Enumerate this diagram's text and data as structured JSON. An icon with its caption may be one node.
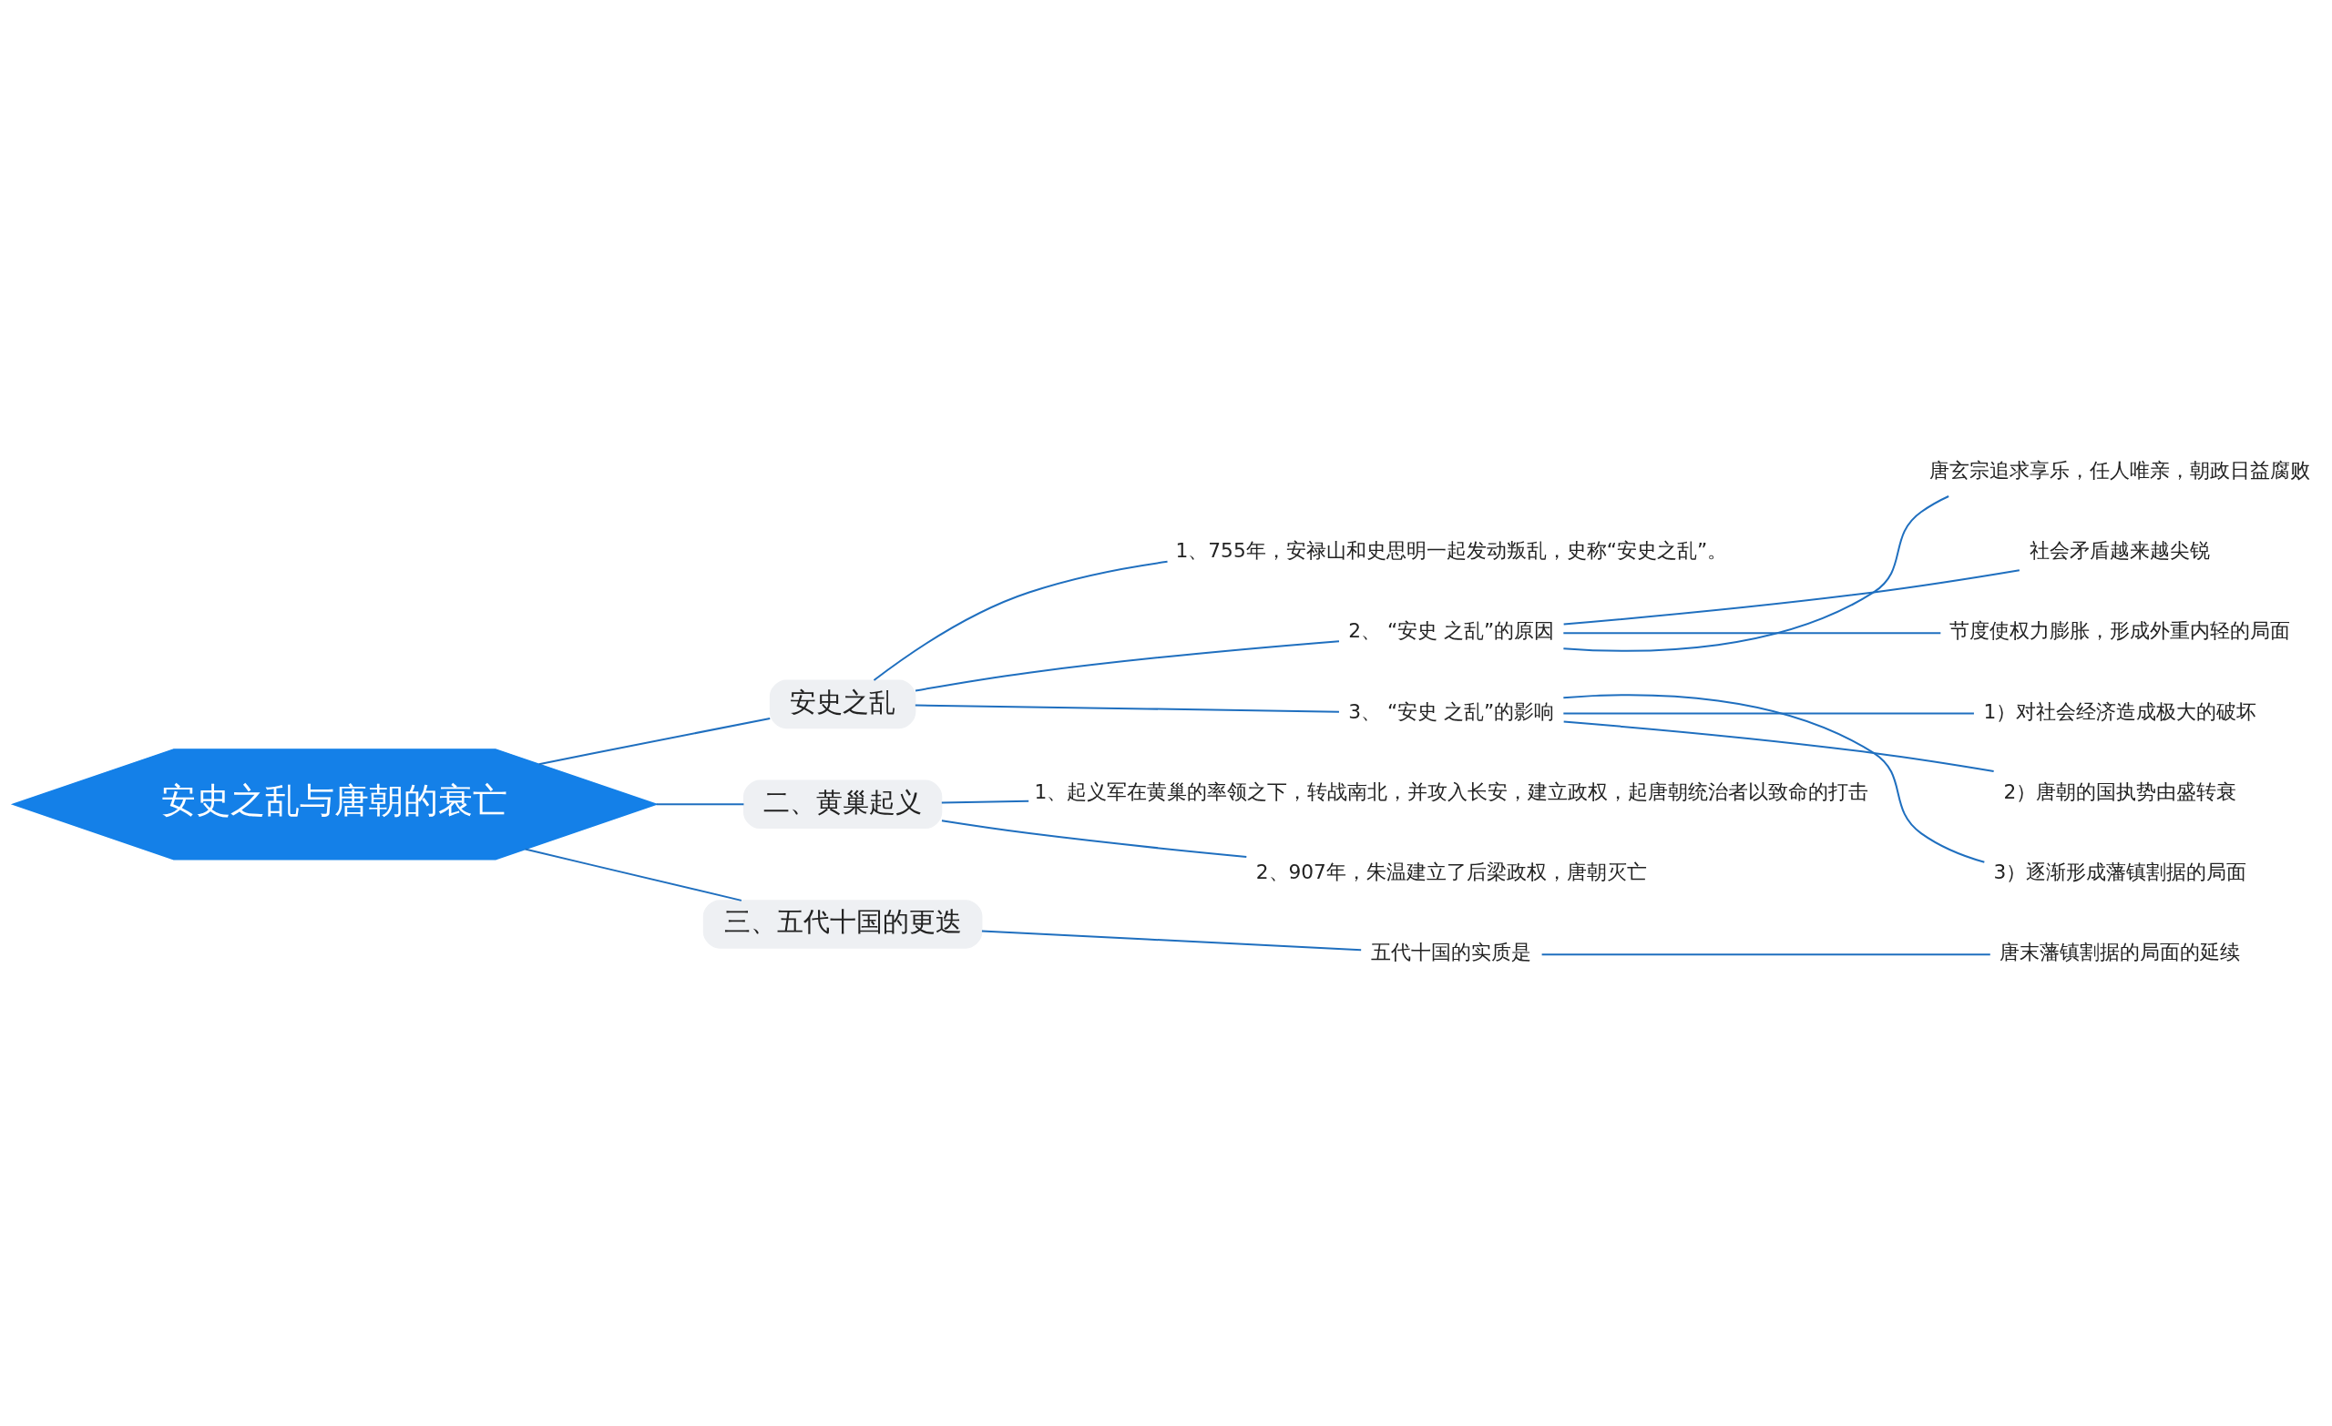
{
  "diagram": {
    "nodes": [
      {
        "text": [
          "安史之乱与唐朝的衰亡"
        ]
      },
      {
        "text": [
          "安史之乱"
        ]
      },
      {
        "text": [
          "1、755年，安禄山和史思明一起发动叛乱，史称“安史之乱”。"
        ]
      },
      {
        "text": [
          "2、 “安史 之乱”的原因"
        ]
      },
      {
        "text": [
          "唐玄宗追求享乐，任人唯亲，朝政日益腐败"
        ]
      },
      {
        "text": [
          "社会矛盾越来越尖锐"
        ]
      },
      {
        "text": [
          "节度使权力膨胀，形成外重内轻的局面"
        ]
      },
      {
        "text": [
          "3、 “安史 之乱”的影响"
        ]
      },
      {
        "text": [
          "1）对社会经济造成极大的破坏"
        ]
      },
      {
        "text": [
          "2）唐朝的国执势由盛转衰"
        ]
      },
      {
        "text": [
          "3）逐渐形成藩镇割据的局面"
        ]
      },
      {
        "text": [
          "二、黄巢起义"
        ]
      },
      {
        "text": [
          "1、起义军在黄巢的率领之下，转战南北，并攻入长安，建立政权，起唐朝统治者以致命的打击"
        ]
      },
      {
        "text": [
          "2、907年，朱温建立了后梁政权，唐朝灭亡"
        ]
      },
      {
        "text": [
          "三、五代十国的更迭"
        ]
      },
      {
        "text": [
          "五代十国的实质是"
        ]
      },
      {
        "text": [
          "唐末藩镇割据的局面的延续"
        ]
      }
    ],
    "edges": [
      {
        "from": 0,
        "to": 1,
        "arrow": "none"
      },
      {
        "from": 1,
        "to": 2,
        "arrow": "none"
      },
      {
        "from": 1,
        "to": 3,
        "arrow": "none"
      },
      {
        "from": 3,
        "to": 4,
        "arrow": "none"
      },
      {
        "from": 3,
        "to": 5,
        "arrow": "none"
      },
      {
        "from": 3,
        "to": 6,
        "arrow": "none"
      },
      {
        "from": 1,
        "to": 7,
        "arrow": "none"
      },
      {
        "from": 7,
        "to": 8,
        "arrow": "none"
      },
      {
        "from": 7,
        "to": 9,
        "arrow": "none"
      },
      {
        "from": 7,
        "to": 10,
        "arrow": "none"
      },
      {
        "from": 0,
        "to": 11,
        "arrow": "none"
      },
      {
        "from": 11,
        "to": 12,
        "arrow": "none"
      },
      {
        "from": 11,
        "to": 13,
        "arrow": "none"
      },
      {
        "from": 0,
        "to": 14,
        "arrow": "none"
      },
      {
        "from": 14,
        "to": 15,
        "arrow": "none"
      },
      {
        "from": 15,
        "to": 16,
        "arrow": "none"
      }
    ]
  }
}
